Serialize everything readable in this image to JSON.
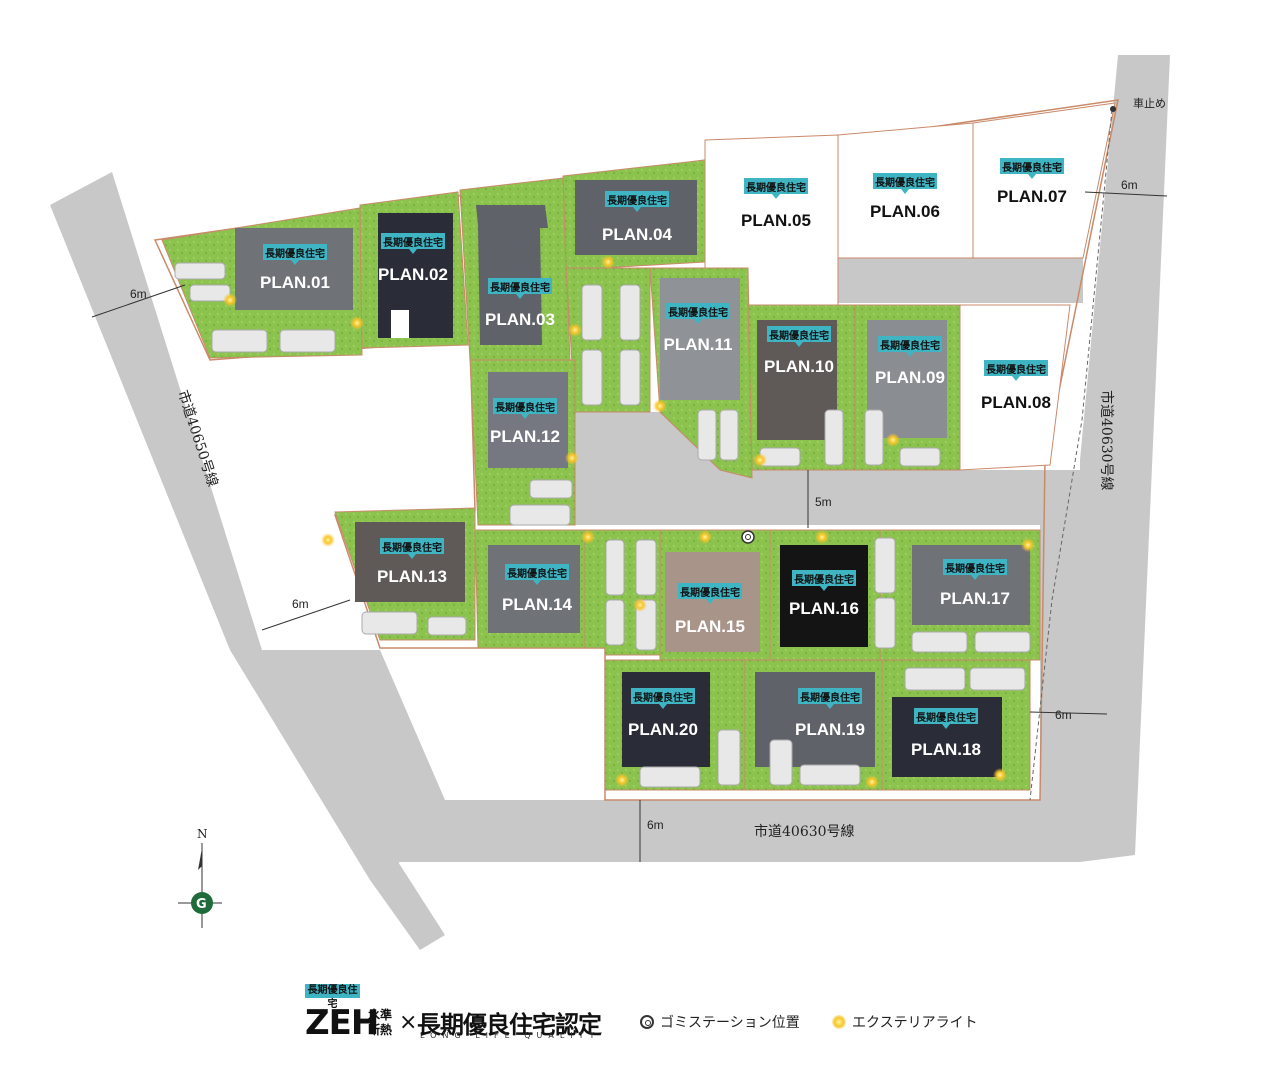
{
  "plans": [
    {
      "badge": "長期優良住宅",
      "name": "PLAN.01"
    },
    {
      "badge": "長期優良住宅",
      "name": "PLAN.02"
    },
    {
      "badge": "長期優良住宅",
      "name": "PLAN.03"
    },
    {
      "badge": "長期優良住宅",
      "name": "PLAN.04"
    },
    {
      "badge": "長期優良住宅",
      "name": "PLAN.05"
    },
    {
      "badge": "長期優良住宅",
      "name": "PLAN.06"
    },
    {
      "badge": "長期優良住宅",
      "name": "PLAN.07"
    },
    {
      "badge": "長期優良住宅",
      "name": "PLAN.08"
    },
    {
      "badge": "長期優良住宅",
      "name": "PLAN.09"
    },
    {
      "badge": "長期優良住宅",
      "name": "PLAN.10"
    },
    {
      "badge": "長期優良住宅",
      "name": "PLAN.11"
    },
    {
      "badge": "長期優良住宅",
      "name": "PLAN.12"
    },
    {
      "badge": "長期優良住宅",
      "name": "PLAN.13"
    },
    {
      "badge": "長期優良住宅",
      "name": "PLAN.14"
    },
    {
      "badge": "長期優良住宅",
      "name": "PLAN.15"
    },
    {
      "badge": "長期優良住宅",
      "name": "PLAN.16"
    },
    {
      "badge": "長期優良住宅",
      "name": "PLAN.17"
    },
    {
      "badge": "長期優良住宅",
      "name": "PLAN.18"
    },
    {
      "badge": "長期優良住宅",
      "name": "PLAN.19"
    },
    {
      "badge": "長期優良住宅",
      "name": "PLAN.20"
    }
  ],
  "roads": {
    "west_name": "市道40650号線",
    "east_name": "市道40630号線",
    "south_name": "市道40630号線",
    "stop_label": "車止め",
    "width_6m": "6m",
    "width_5m": "5m"
  },
  "compass": {
    "north": "N",
    "symbol": "G"
  },
  "legend": {
    "zeh_badge": "長期優良住宅",
    "zeh": "ZEH",
    "zeh_sub1": "水準",
    "zeh_sub2": "断熱",
    "times": "×",
    "cert": "長期優良住宅認定",
    "cert_sub": "LONG LIFE QUALITY",
    "garbage": "ゴミステーション位置",
    "light": "エクステリアライト"
  },
  "colors": {
    "road": "#c9c9c9",
    "lawn": "#8bc34a",
    "lot_border": "#c98a6a",
    "badge": "#3fb5c4",
    "roof_dark": "#2a2d38",
    "roof_gray": "#6f7277",
    "roof_light": "#8f9296",
    "roof_beige": "#a89488",
    "roof_black": "#141414"
  }
}
